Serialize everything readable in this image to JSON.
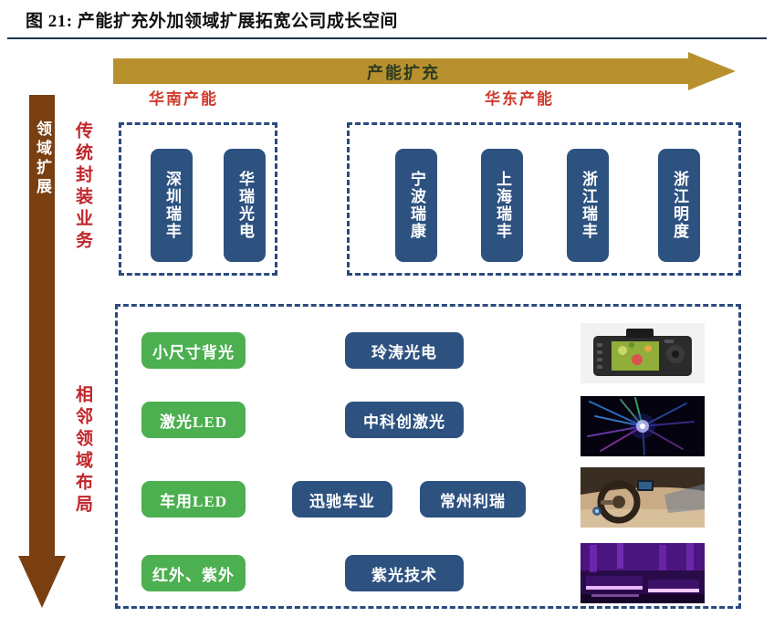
{
  "figure": {
    "number_label": "图 21:",
    "title": "图 21:  产能扩充外加领域扩展拓宽公司成长空间"
  },
  "axes": {
    "horizontal_arrow_label": "产能扩充",
    "vertical_arrow_label": "领域扩展",
    "horizontal_arrow_color": "#b8912e",
    "vertical_arrow_color": "#7a3f11"
  },
  "sections": [
    {
      "id": "traditional",
      "label": "传统封装业务",
      "color": "#c0252a"
    },
    {
      "id": "adjacent",
      "label": "相邻领域布局",
      "color": "#c0252a"
    }
  ],
  "capacity_regions": [
    {
      "id": "south-china",
      "caption": "华南产能",
      "companies": [
        "深圳瑞丰",
        "华瑞光电"
      ]
    },
    {
      "id": "east-china",
      "caption": "华东产能",
      "companies": [
        "宁波瑞康",
        "上海瑞丰",
        "浙江瑞丰",
        "浙江明度"
      ]
    }
  ],
  "adjacent_rows": [
    {
      "id": "small-size-backlight",
      "field": "小尺寸背光",
      "companies": [
        "玲涛光电"
      ],
      "image_name": "camera-photo"
    },
    {
      "id": "laser-led",
      "field": "激光LED",
      "companies": [
        "中科创激光"
      ],
      "image_name": "laser-show-photo"
    },
    {
      "id": "automotive-led",
      "field": "车用LED",
      "companies": [
        "迅驰车业",
        "常州利瑞"
      ],
      "image_name": "car-interior-photo"
    },
    {
      "id": "infrared-ultraviolet",
      "field": "红外、紫外",
      "companies": [
        "紫光技术"
      ],
      "image_name": "uv-lighting-photo"
    }
  ],
  "colors": {
    "chip_green": "#4caf50",
    "chip_blue": "#2d5280",
    "dashed_border": "#2b4a7d",
    "rule": "#1f3352"
  }
}
